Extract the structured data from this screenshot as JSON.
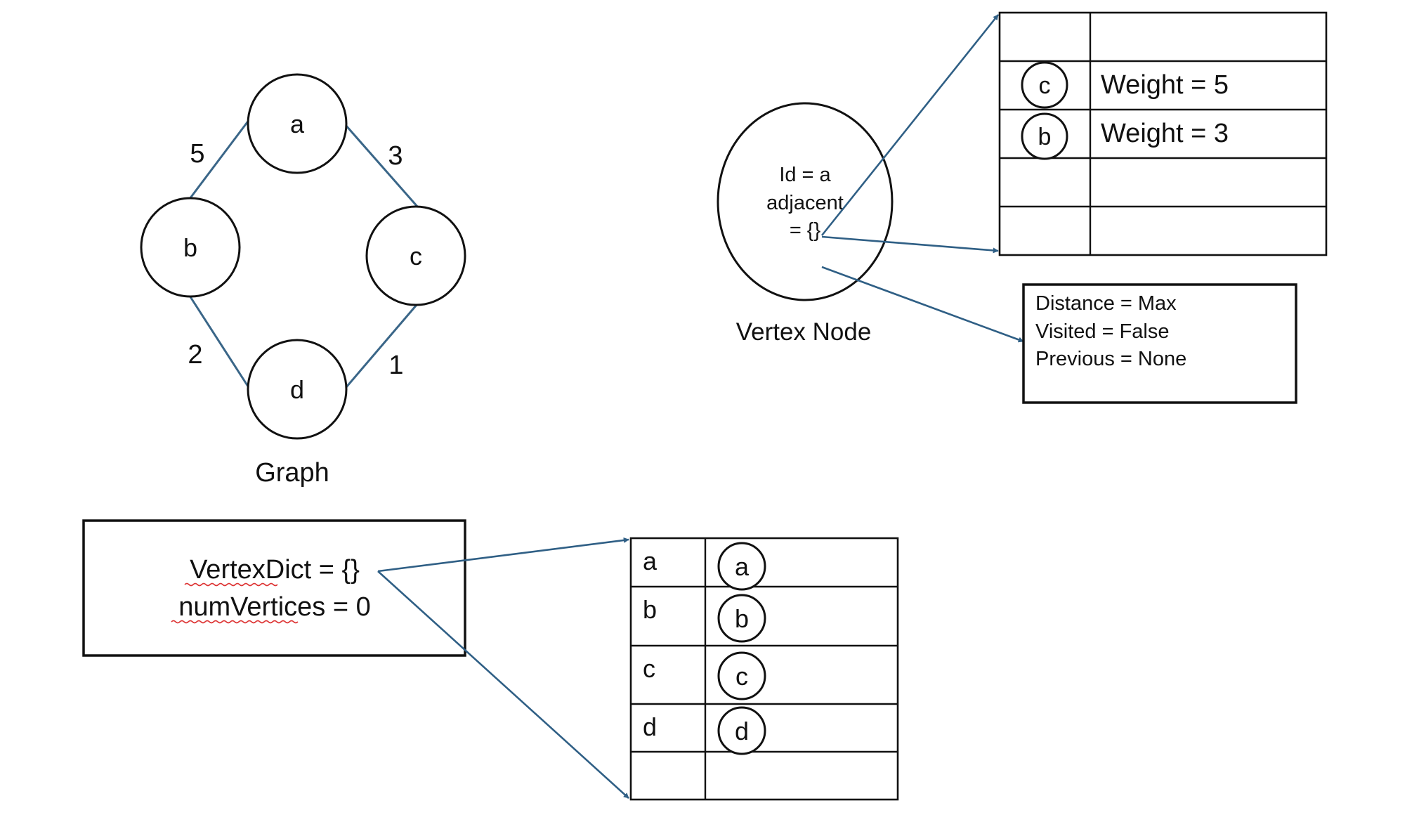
{
  "graph": {
    "caption": "Graph",
    "nodes": [
      "a",
      "b",
      "c",
      "d"
    ],
    "edge_weights": {
      "a_b": "5",
      "a_c": "3",
      "b_d": "2",
      "c_d": "1"
    }
  },
  "vertex_node": {
    "caption": "Vertex Node",
    "line1": "Id = a",
    "line2": "adjacent",
    "line3": "= {}"
  },
  "adjacency_table": {
    "rows": [
      {
        "node": "",
        "weight": ""
      },
      {
        "node": "c",
        "weight": "Weight = 5"
      },
      {
        "node": "b",
        "weight": "Weight = 3"
      },
      {
        "node": "",
        "weight": ""
      },
      {
        "node": "",
        "weight": ""
      }
    ]
  },
  "state_box": {
    "line1": "Distance = Max",
    "line2": "Visited = False",
    "line3": "Previous = None"
  },
  "graph_box": {
    "line1": "VertexDict = {}",
    "line2": "numVertices = 0"
  },
  "vertex_dict_table": {
    "rows": [
      {
        "key": "a",
        "vertex": "a"
      },
      {
        "key": "b",
        "vertex": "b"
      },
      {
        "key": "c",
        "vertex": "c"
      },
      {
        "key": "d",
        "vertex": "d"
      },
      {
        "key": "",
        "vertex": ""
      }
    ]
  }
}
